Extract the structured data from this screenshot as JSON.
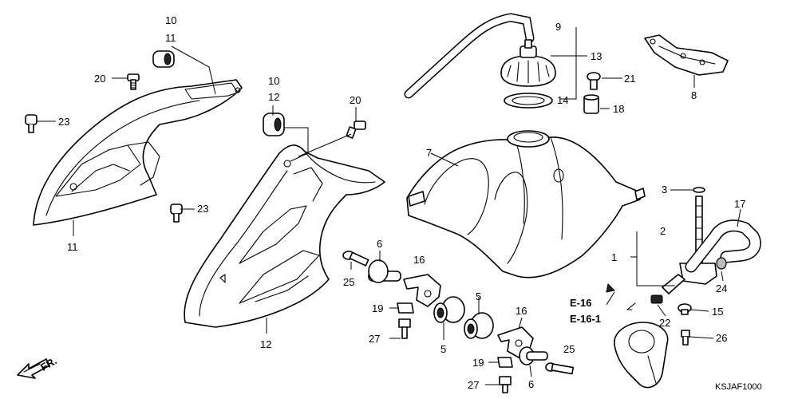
{
  "diagram": {
    "callouts": [
      {
        "id": "c10a",
        "text": "10"
      },
      {
        "id": "c11a",
        "text": "11"
      },
      {
        "id": "c20a",
        "text": "20"
      },
      {
        "id": "c23a",
        "text": "23"
      },
      {
        "id": "c11b",
        "text": "11"
      },
      {
        "id": "c10b",
        "text": "10"
      },
      {
        "id": "c12a",
        "text": "12"
      },
      {
        "id": "c20b",
        "text": "20"
      },
      {
        "id": "c23b",
        "text": "23"
      },
      {
        "id": "c12b",
        "text": "12"
      },
      {
        "id": "c9",
        "text": "9"
      },
      {
        "id": "c13",
        "text": "13"
      },
      {
        "id": "c21",
        "text": "21"
      },
      {
        "id": "c14",
        "text": "14"
      },
      {
        "id": "c18",
        "text": "18"
      },
      {
        "id": "c8",
        "text": "8"
      },
      {
        "id": "c7",
        "text": "7"
      },
      {
        "id": "c3",
        "text": "3"
      },
      {
        "id": "c17",
        "text": "17"
      },
      {
        "id": "c2",
        "text": "2"
      },
      {
        "id": "c1",
        "text": "1"
      },
      {
        "id": "c24",
        "text": "24"
      },
      {
        "id": "c15",
        "text": "15"
      },
      {
        "id": "c22",
        "text": "22"
      },
      {
        "id": "c26",
        "text": "26"
      },
      {
        "id": "c6a",
        "text": "6"
      },
      {
        "id": "c16a",
        "text": "16"
      },
      {
        "id": "c25a",
        "text": "25"
      },
      {
        "id": "c19a",
        "text": "19"
      },
      {
        "id": "c27a",
        "text": "27"
      },
      {
        "id": "c5a",
        "text": "5"
      },
      {
        "id": "c5b",
        "text": "5"
      },
      {
        "id": "c16b",
        "text": "16"
      },
      {
        "id": "c19b",
        "text": "19"
      },
      {
        "id": "c25b",
        "text": "25"
      },
      {
        "id": "c6b",
        "text": "6"
      },
      {
        "id": "c27b",
        "text": "27"
      }
    ],
    "references": {
      "ref1": "E-16",
      "ref2": "E-16-1"
    },
    "front_label": "FR.",
    "figure_code": "KSJAF1000"
  }
}
